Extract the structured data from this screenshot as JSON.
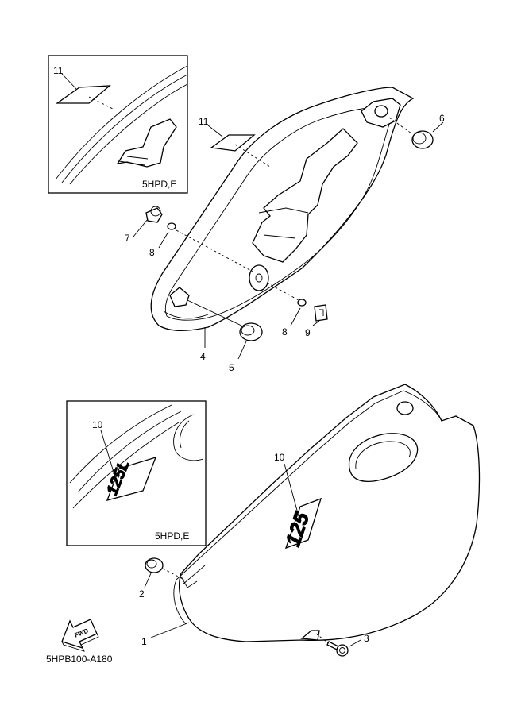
{
  "inset_top": {
    "callout": "11",
    "variant": "5HPD,E"
  },
  "inset_bottom": {
    "callout": "10",
    "variant": "5HPD,E",
    "emblem_text": "125L"
  },
  "main_callouts": {
    "p1": "1",
    "p2": "2",
    "p3": "3",
    "p4": "4",
    "p5": "5",
    "p6": "6",
    "p7": "7",
    "p8a": "8",
    "p8b": "8",
    "p9": "9",
    "p10": "10",
    "p11": "11"
  },
  "cover_emblem_text": "125",
  "fwd_text": "FWD",
  "diagram_code": "5HPB100-A180"
}
